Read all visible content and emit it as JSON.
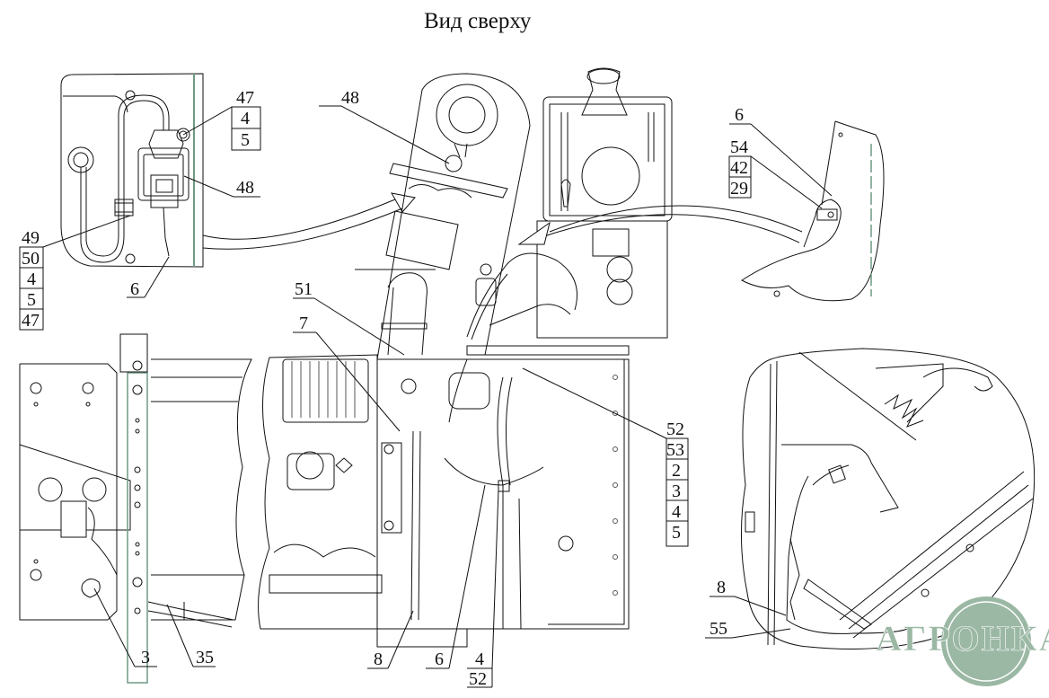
{
  "title": "Вид сверху",
  "watermark": {
    "text": "АГРОНКА",
    "color": "#9bb8a4"
  },
  "colors": {
    "line": "#111111",
    "accent_line": "#6f9a84",
    "watermark": "#9bb8a4"
  },
  "callouts": {
    "top_left_inset": {
      "stack_a": [
        "47",
        "4",
        "5"
      ],
      "label_48": "48",
      "stack_b": [
        "49",
        "50",
        "4",
        "5",
        "47"
      ],
      "label_6": "6"
    },
    "center_top": {
      "label_48": "48"
    },
    "top_right_inset": {
      "label_6": "6",
      "stack": [
        "54",
        "42",
        "29"
      ]
    },
    "center_left": {
      "label_51": "51",
      "label_7": "7"
    },
    "center_right": {
      "stack": [
        "52",
        "53",
        "2",
        "3",
        "4",
        "5"
      ]
    },
    "bottom_left_inset": {
      "label_3": "3",
      "label_35": "35"
    },
    "center_bottom": {
      "label_8": "8",
      "label_6": "6",
      "stack": [
        "4",
        "52"
      ]
    },
    "bottom_right_inset": {
      "label_8": "8",
      "label_55": "55"
    }
  }
}
